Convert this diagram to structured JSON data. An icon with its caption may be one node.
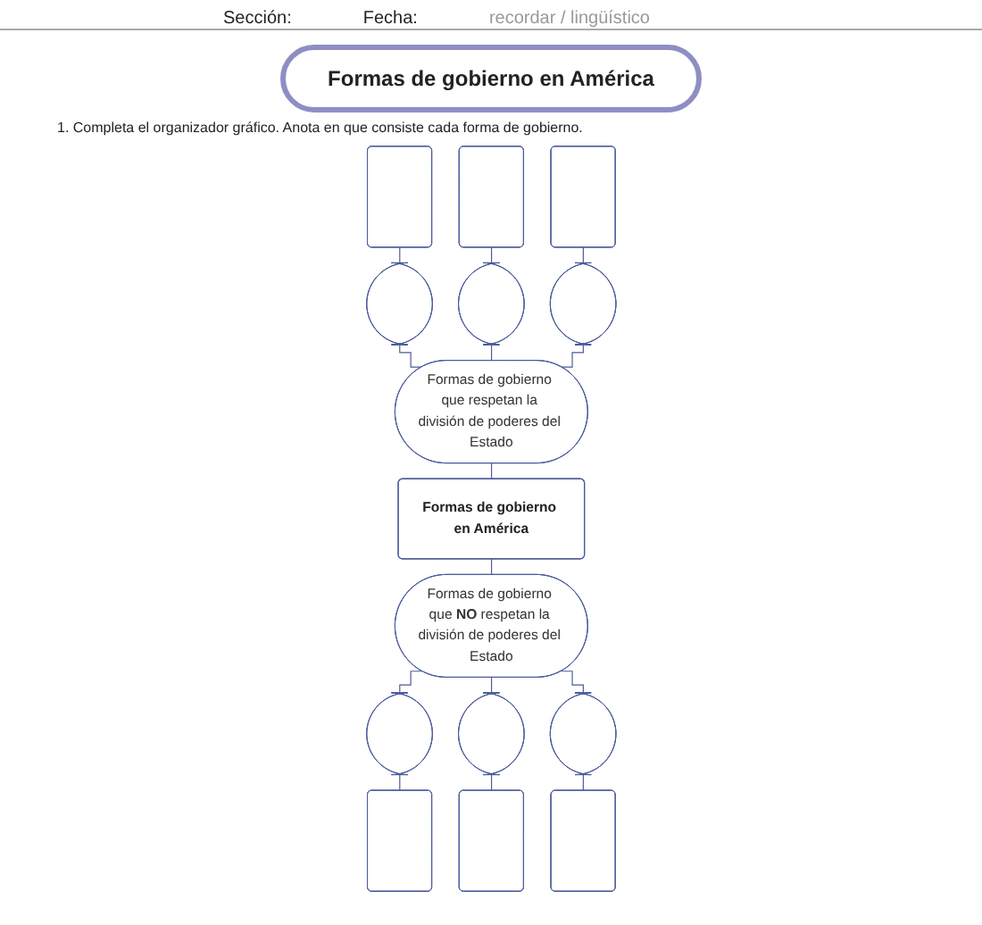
{
  "diagram": {
    "title": "Formas de gobierno en América",
    "nodes": [
      {
        "text": [],
        "shape": "box"
      },
      {
        "text": [],
        "shape": "box"
      },
      {
        "text": [],
        "shape": "box"
      },
      {
        "text": [],
        "shape": "ellipse"
      },
      {
        "text": [],
        "shape": "ellipse"
      },
      {
        "text": [],
        "shape": "ellipse"
      },
      {
        "text": [
          "Formas de gobierno que respetan la división de poderes del Estado"
        ]
      },
      {
        "text": [
          "Formas de gobierno en América"
        ]
      },
      {
        "text": [
          "Formas de gobierno que **NO** respetan la división de poderes del Estado"
        ]
      },
      {
        "text": [],
        "shape": "ellipse"
      },
      {
        "text": [],
        "shape": "ellipse"
      },
      {
        "text": [],
        "shape": "ellipse"
      },
      {
        "text": [],
        "shape": "box"
      },
      {
        "text": [],
        "shape": "box"
      },
      {
        "text": [],
        "shape": "box"
      }
    ],
    "edges": [
      {
        "from": 0,
        "to": 3,
        "arrow": "none"
      },
      {
        "from": 1,
        "to": 4,
        "arrow": "none"
      },
      {
        "from": 2,
        "to": 5,
        "arrow": "none"
      },
      {
        "from": 3,
        "to": 6,
        "arrow": "none"
      },
      {
        "from": 4,
        "to": 6,
        "arrow": "none"
      },
      {
        "from": 5,
        "to": 6,
        "arrow": "none"
      },
      {
        "from": 6,
        "to": 7,
        "arrow": "none"
      },
      {
        "from": 7,
        "to": 8,
        "arrow": "none"
      },
      {
        "from": 8,
        "to": 9,
        "arrow": "none"
      },
      {
        "from": 8,
        "to": 10,
        "arrow": "none"
      },
      {
        "from": 8,
        "to": 11,
        "arrow": "none"
      },
      {
        "from": 9,
        "to": 12,
        "arrow": "none"
      },
      {
        "from": 10,
        "to": 13,
        "arrow": "none"
      },
      {
        "from": 11,
        "to": 14,
        "arrow": "none"
      }
    ],
    "labels": [
      "Sección:",
      "Fecha:",
      "recordar / lingüístico",
      "1. Completa el organizador gráfico. Anota en que consiste cada forma de gobierno."
    ]
  }
}
